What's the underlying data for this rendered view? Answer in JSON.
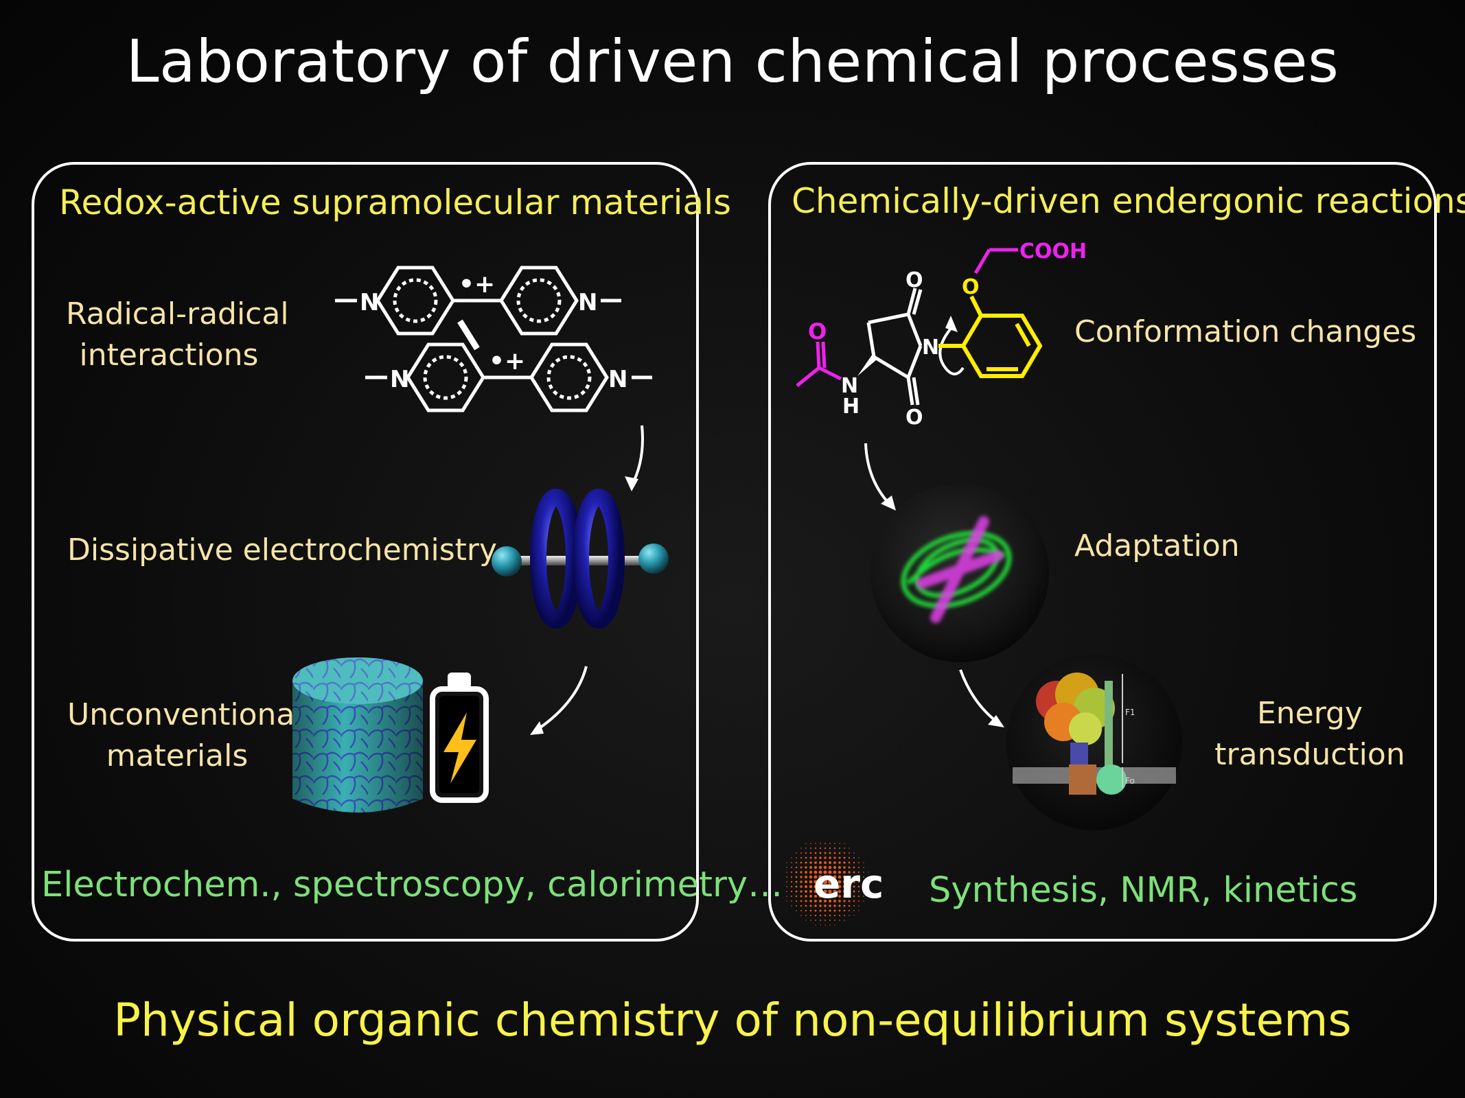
{
  "title": "Laboratory of driven chemical processes",
  "footer": "Physical organic chemistry of non-equilibrium systems",
  "left_panel": {
    "heading": "Redox-active supramolecular materials",
    "label_radical": {
      "line1": "Radical-radical",
      "line2": "interactions"
    },
    "label_dissipative": "Dissipative electrochemistry",
    "label_materials": {
      "line1": "Unconventional",
      "line2": "materials"
    },
    "methods": "Electrochem., spectroscopy, calorimetry…",
    "molecule": {
      "atom": "N",
      "charge": "•+"
    }
  },
  "right_panel": {
    "heading": "Chemically-driven endergonic reactions",
    "label_conformation": "Conformation changes",
    "label_adaptation": "Adaptation",
    "label_energy": {
      "line1": "Energy",
      "line2": "transduction"
    },
    "methods": "Synthesis, NMR, kinetics",
    "logo_text": "erc",
    "molecule": {
      "cooh": "COOH",
      "o": "O",
      "n": "N",
      "h": "H"
    },
    "atp_labels": {
      "top": "F1",
      "bottom": "Fo"
    }
  },
  "colors": {
    "heading": "#f4ee58",
    "label": "#f6e4a8",
    "methods": "#7ee07a",
    "magenta": "#ee22ee",
    "yellow": "#ffee00",
    "erc_orange": "#e8561a"
  }
}
